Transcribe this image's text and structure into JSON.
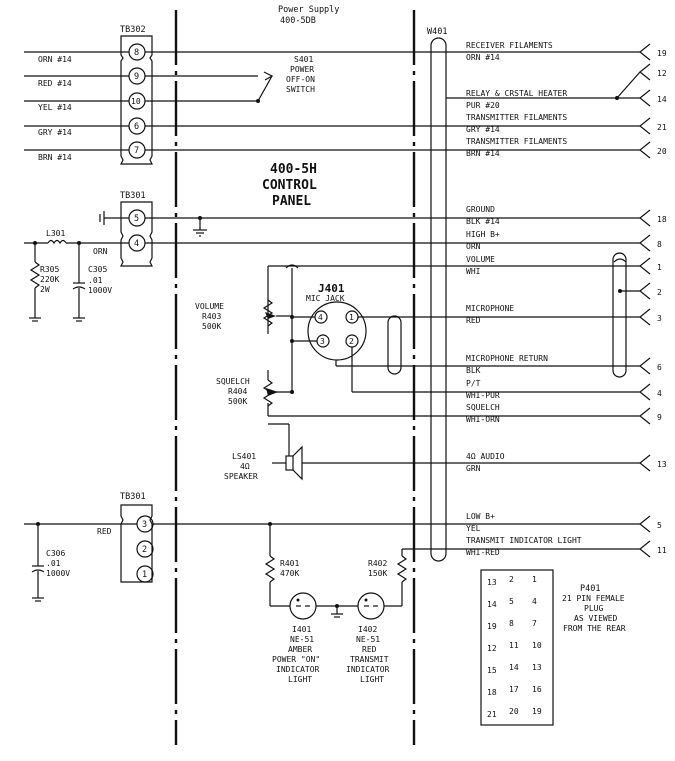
{
  "header": {
    "title": "Power Supply",
    "model": "400-5DB"
  },
  "panel": {
    "line1": "400-5H",
    "line2": "CONTROL",
    "line3": "PANEL"
  },
  "cable": {
    "label": "W401"
  },
  "tb_top": {
    "label": "TB302",
    "terminals": [
      "8",
      "9",
      "10",
      "6",
      "7"
    ],
    "wires": [
      "ORN #14",
      "RED #14",
      "YEL #14",
      "GRY #14",
      "BRN #14"
    ]
  },
  "tb_mid": {
    "label": "TB301",
    "terminals": [
      "5",
      "4"
    ],
    "wire": "ORN"
  },
  "tb_bot": {
    "label": "TB301",
    "terminals": [
      "3",
      "2",
      "1"
    ],
    "wire": "RED"
  },
  "switch": {
    "label": "S401",
    "l2": "POWER",
    "l3": "OFF-ON",
    "l4": "SWITCH"
  },
  "l301": {
    "label": "L301"
  },
  "r305": {
    "name": "R305",
    "value": "220K",
    "rating": "2W"
  },
  "c305": {
    "name": "C305",
    "value": ".01",
    "rating": "1000V"
  },
  "c306": {
    "name": "C306",
    "value": ".01",
    "rating": "1000V"
  },
  "r403": {
    "l1": "VOLUME",
    "name": "R403",
    "value": "500K"
  },
  "r404": {
    "l1": "SQUELCH",
    "name": "R404",
    "value": "500K"
  },
  "ls401": {
    "name": "LS401",
    "value": "4Ω",
    "l3": "SPEAKER"
  },
  "j401": {
    "name": "J401",
    "desc": "MIC JACK",
    "pins": [
      "4",
      "1",
      "3",
      "2"
    ]
  },
  "r401": {
    "name": "R401",
    "value": "470K"
  },
  "r402": {
    "name": "R402",
    "value": "150K"
  },
  "i401": {
    "name": "I401",
    "type": "NE-51",
    "l3": "AMBER",
    "l4": "POWER \"ON\"",
    "l5": "INDICATOR",
    "l6": "LIGHT"
  },
  "i402": {
    "name": "I402",
    "type": "NE-51",
    "l3": "RED",
    "l4": "TRANSMIT",
    "l5": "INDICATOR",
    "l6": "LIGHT"
  },
  "signals": [
    {
      "name": "RECEIVER FILAMENTS",
      "color": "ORN #14",
      "pin": "19"
    },
    {
      "name": "",
      "color": "",
      "pin": "12"
    },
    {
      "name": "RELAY & CRSTAL HEATER",
      "color": "PUR #20",
      "pin": "14"
    },
    {
      "name": "TRANSMITTER FILAMENTS",
      "color": "GRY #14",
      "pin": "21"
    },
    {
      "name": "TRANSMITTER FILAMENTS",
      "color": "BRN #14",
      "pin": "20"
    },
    {
      "name": "GROUND",
      "color": "BLK #14",
      "pin": "18"
    },
    {
      "name": "HIGH B+",
      "color": "ORN",
      "pin": "8"
    },
    {
      "name": "VOLUME",
      "color": "WHI",
      "pin": "1"
    },
    {
      "name": "",
      "color": "",
      "pin": "2"
    },
    {
      "name": "MICROPHONE",
      "color": "RED",
      "pin": "3"
    },
    {
      "name": "MICROPHONE RETURN",
      "color": "BLK",
      "pin": "6"
    },
    {
      "name": "P/T",
      "color": "WHI-PUR",
      "pin": "4"
    },
    {
      "name": "SQUELCH",
      "color": "WHI-ORN",
      "pin": "9"
    },
    {
      "name": "4Ω AUDIO",
      "color": "GRN",
      "pin": "13"
    },
    {
      "name": "LOW B+",
      "color": "YEL",
      "pin": "5"
    },
    {
      "name": "TRANSMIT INDICATOR LIGHT",
      "color": "WHI-RED",
      "pin": "11"
    }
  ],
  "plug": {
    "name": "P401",
    "l2": "21 PIN FEMALE",
    "l3": "PLUG",
    "l4": "AS VIEWED",
    "l5": "FROM THE REAR",
    "rows": [
      [
        "13",
        "2",
        "1"
      ],
      [
        "14",
        "5",
        "4"
      ],
      [
        "19",
        "8",
        "7"
      ],
      [
        "12",
        "11",
        "10"
      ],
      [
        "15",
        "14",
        "13"
      ],
      [
        "18",
        "17",
        "16"
      ],
      [
        "21",
        "20",
        "19"
      ]
    ]
  }
}
